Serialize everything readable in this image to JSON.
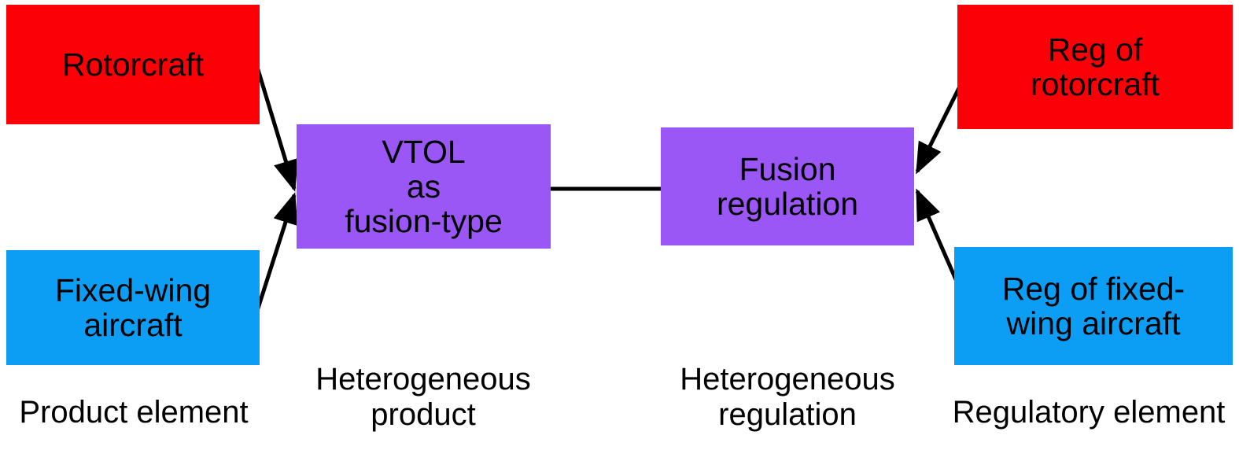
{
  "diagram": {
    "title": "VTOL heterogeneous product and regulation fusion diagram",
    "colors": {
      "red": "#fb0007",
      "blue": "#0c9ef4",
      "purple": "#9b57f5",
      "edge": "#000000",
      "background": "#ffffff"
    },
    "nodes": [
      {
        "id": "rotorcraft",
        "label": "Rotorcraft",
        "color": "red"
      },
      {
        "id": "fixed-wing-aircraft",
        "label": "Fixed-wing\naircraft",
        "color": "blue"
      },
      {
        "id": "vtol-as-fusion-type",
        "label": "VTOL\nas\nfusion-type",
        "color": "purple"
      },
      {
        "id": "fusion-regulation",
        "label": "Fusion\nregulation",
        "color": "purple"
      },
      {
        "id": "reg-of-rotorcraft",
        "label": "Reg of\nrotorcraft",
        "color": "red"
      },
      {
        "id": "reg-of-fixed-wing-aircraft",
        "label": "Reg of fixed-\nwing aircraft",
        "color": "blue"
      }
    ],
    "edges": [
      {
        "from": "rotorcraft",
        "to": "vtol-as-fusion-type",
        "arrow": true
      },
      {
        "from": "fixed-wing-aircraft",
        "to": "vtol-as-fusion-type",
        "arrow": true
      },
      {
        "from": "vtol-as-fusion-type",
        "to": "fusion-regulation",
        "arrow": false
      },
      {
        "from": "reg-of-rotorcraft",
        "to": "fusion-regulation",
        "arrow": true
      },
      {
        "from": "reg-of-fixed-wing-aircraft",
        "to": "fusion-regulation",
        "arrow": true
      }
    ],
    "captions": [
      {
        "id": "product-element",
        "text": "Product element"
      },
      {
        "id": "heterogeneous-product",
        "text": "Heterogeneous\nproduct"
      },
      {
        "id": "heterogeneous-regulation",
        "text": "Heterogeneous\nregulation"
      },
      {
        "id": "regulatory-element",
        "text": "Regulatory element"
      }
    ]
  }
}
